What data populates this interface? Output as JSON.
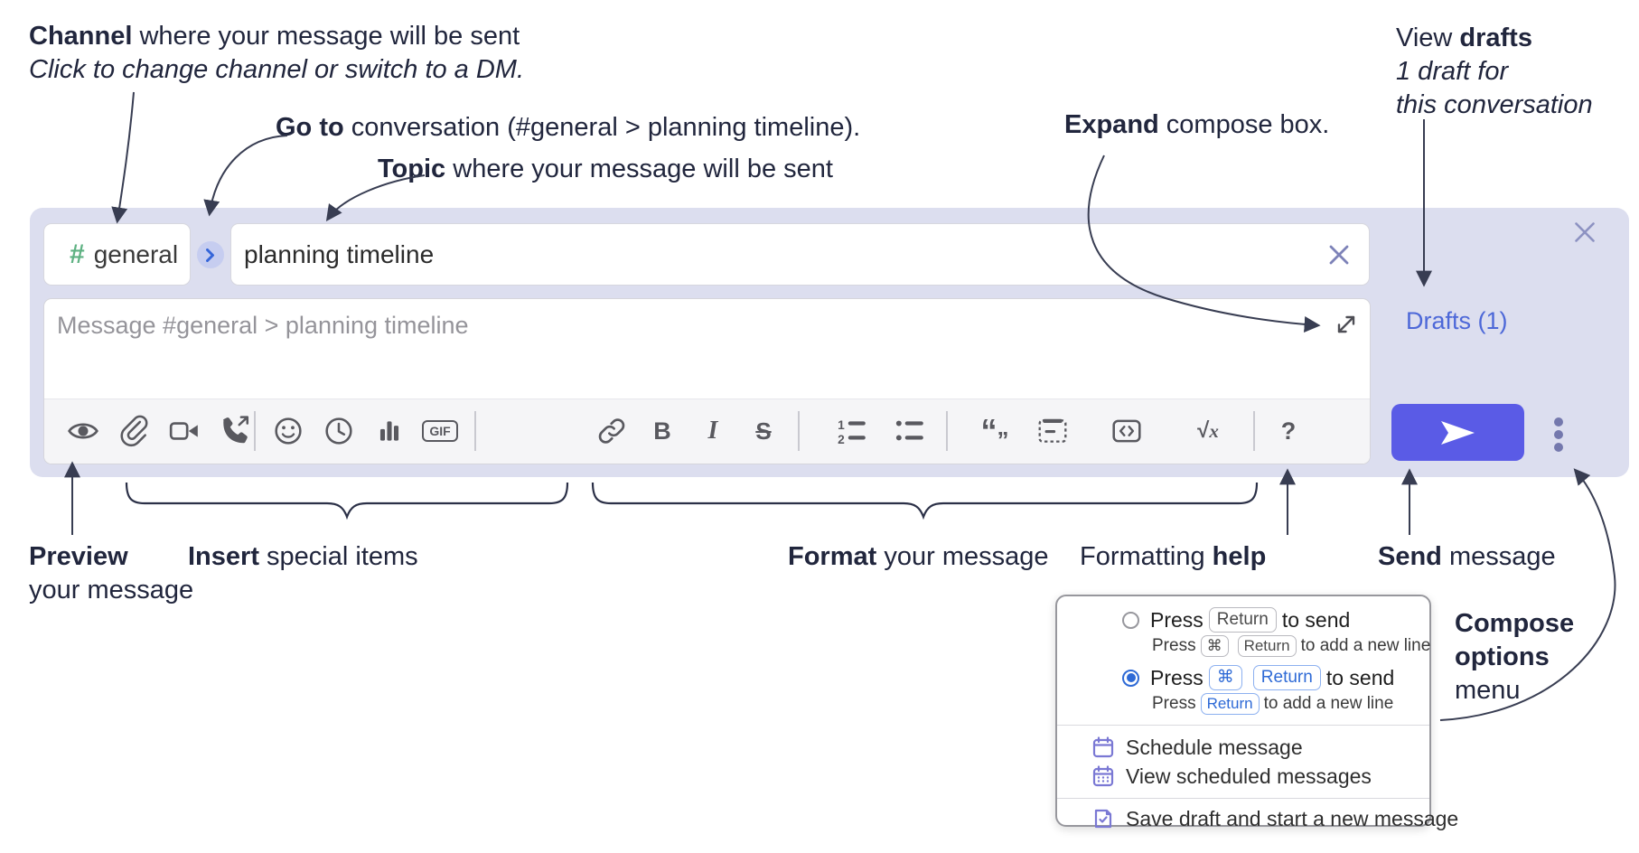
{
  "annotations": {
    "channel": {
      "bold": "Channel",
      "rest": " where your message will be sent",
      "line2": "Click to change channel or switch to a DM."
    },
    "goto": {
      "bold": "Go to",
      "rest": " conversation (#general > planning timeline)."
    },
    "topic": {
      "bold": "Topic",
      "rest": " where your message will be sent"
    },
    "expand": {
      "bold": "Expand",
      "rest": " compose box."
    },
    "view_drafts": {
      "line1_pre": "View ",
      "line1_bold": "drafts",
      "line2": "1 draft for",
      "line3": "this conversation"
    },
    "preview": {
      "bold": "Preview",
      "line2": "your message"
    },
    "insert": {
      "bold": "Insert",
      "rest": " special items"
    },
    "format": {
      "bold": "Format",
      "rest": " your message"
    },
    "formatting_help": {
      "pre": "Formatting ",
      "bold": "help"
    },
    "send": {
      "bold": "Send",
      "rest": " message"
    },
    "compose_options": {
      "line1": "Compose",
      "line2": "options",
      "line3": "menu"
    }
  },
  "compose": {
    "channel_hash": "#",
    "channel_name": "general",
    "topic_value": "planning timeline",
    "message_placeholder": "Message #general > planning timeline",
    "drafts_label": "Drafts (1)"
  },
  "toolbar": {
    "icons": [
      "preview-eye",
      "attach-paperclip",
      "video-call",
      "voice-call",
      "emoji",
      "scheduled-time",
      "poll",
      "gif",
      "link",
      "bold",
      "italic",
      "strikethrough",
      "numbered-list",
      "bulleted-list",
      "quote",
      "spoiler",
      "code",
      "math",
      "help"
    ],
    "bold_label": "B",
    "italic_label": "I",
    "strike_label": "S",
    "gif_label": "GIF",
    "numbered_1": "1",
    "numbered_2": "2",
    "quote_open": "“",
    "quote_close": "”",
    "math_sqrt": "√",
    "math_x": "x",
    "help_label": "?"
  },
  "popup": {
    "opt1": {
      "selected": false,
      "main_pre": "Press",
      "main_kbd": "Return",
      "main_post": "to send",
      "sub_pre": "Press",
      "sub_kbd1": "⌘",
      "sub_kbd2": "Return",
      "sub_post": "to add a new line"
    },
    "opt2": {
      "selected": true,
      "main_pre": "Press",
      "main_kbd1": "⌘",
      "main_kbd2": "Return",
      "main_post": "to send",
      "sub_pre": "Press",
      "sub_kbd": "Return",
      "sub_post": "to add a new line"
    },
    "items": [
      {
        "icon": "calendar-icon",
        "label": "Schedule message"
      },
      {
        "icon": "calendar-grid-icon",
        "label": "View scheduled messages"
      },
      {
        "icon": "save-draft-icon",
        "label": "Save draft and start a new message"
      }
    ]
  },
  "colors": {
    "panel_background": "#dcdeef",
    "send_button": "#5a5be6",
    "drafts_link": "#4d68d8",
    "channel_hash_green": "#5fb283",
    "selected_kbd_blue": "#2e6ad6",
    "menu_icon_purple": "#7a78d4"
  }
}
